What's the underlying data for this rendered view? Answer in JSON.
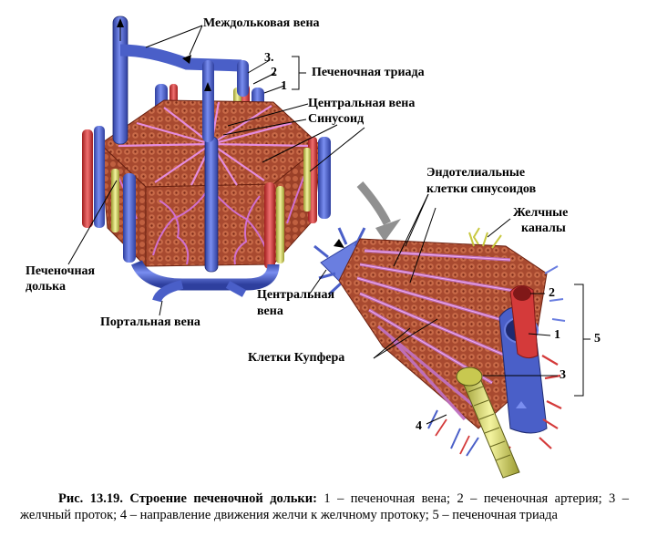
{
  "labels": {
    "interlobular_vein": "Междольковая вена",
    "hepatic_triad": "Печеночная триада",
    "central_vein_top": "Центральная вена",
    "sinusoid": "Синусоид",
    "endothelial_1": "Эндотелиальные",
    "endothelial_2": "клетки синусоидов",
    "bile_canals_1": "Желчные",
    "bile_canals_2": "каналы",
    "hepatic_lobule_1": "Печеночная",
    "hepatic_lobule_2": "долька",
    "central_vein_2a": "Центральная",
    "central_vein_2b": "вена",
    "portal_vein": "Портальная вена",
    "kupffer_cells": "Клетки Купфера"
  },
  "numbers": {
    "n1_top": "1",
    "n2_top": "2",
    "n3_top": "3.",
    "n1_right": "1",
    "n2_right": "2",
    "n3_right": "3",
    "n4": "4",
    "n5": "5"
  },
  "caption": {
    "lead": "Рис. 13.19. Строение печеночной дольки:",
    "text": " 1 – печеночная вена; 2 – печеночная артерия; 3 – желчный проток; 4 – направление движения желчи к желчному протоку; 5 – печеночная триада"
  },
  "colors": {
    "vein": "#4a5fc8",
    "artery": "#d43a3a",
    "bile": "#d8d86a",
    "tissue": "#b8553a",
    "sinusoid": "#c070c0"
  }
}
